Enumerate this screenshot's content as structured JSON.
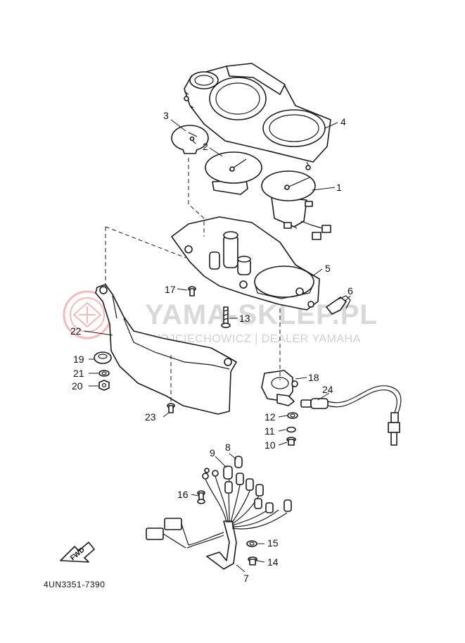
{
  "watermark": {
    "title": "YAMA-SKLEP.PL",
    "subtitle": "WOJCIECHOWICZ | DEALER YAMAHA",
    "logo_color": "#e53935",
    "text_color": "#d9d9d9"
  },
  "diagram_code": "4UN3351-7390",
  "fwd_label": "FWD",
  "callouts": {
    "c1": "1",
    "c2": "2",
    "c3": "3",
    "c4": "4",
    "c5": "5",
    "c6": "6",
    "c7": "7",
    "c8": "8",
    "c9": "9",
    "c10": "10",
    "c11": "11",
    "c12": "12",
    "c13": "13",
    "c14": "14",
    "c15": "15",
    "c16": "16",
    "c17": "17",
    "c18": "18",
    "c19": "19",
    "c20": "20",
    "c21": "21",
    "c22": "22",
    "c23": "23",
    "c24": "24"
  }
}
